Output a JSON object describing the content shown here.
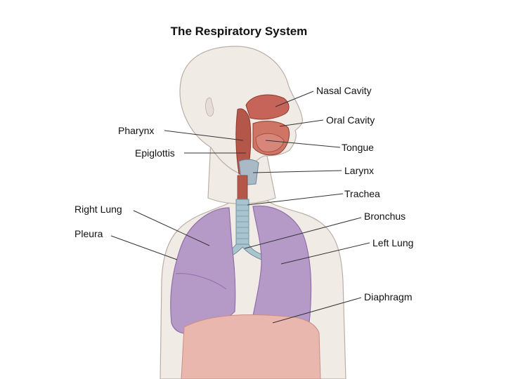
{
  "title": "The Respiratory System",
  "labels": {
    "nasal_cavity": "Nasal Cavity",
    "oral_cavity": "Oral Cavity",
    "pharynx": "Pharynx",
    "epiglottis": "Epiglottis",
    "tongue": "Tongue",
    "larynx": "Larynx",
    "trachea": "Trachea",
    "right_lung": "Right Lung",
    "bronchus": "Bronchus",
    "pleura": "Pleura",
    "left_lung": "Left Lung",
    "diaphragm": "Diaphragm"
  },
  "colors": {
    "skin": "#f1ebe6",
    "skin_outline": "#b9aea8",
    "lung": "#b59ac8",
    "lung_dark": "#8f6fa8",
    "airway": "#c0604e",
    "airway_dark": "#8e3a2e",
    "trachea": "#a9c4cf",
    "diaphragm": "#e9b7ad"
  }
}
